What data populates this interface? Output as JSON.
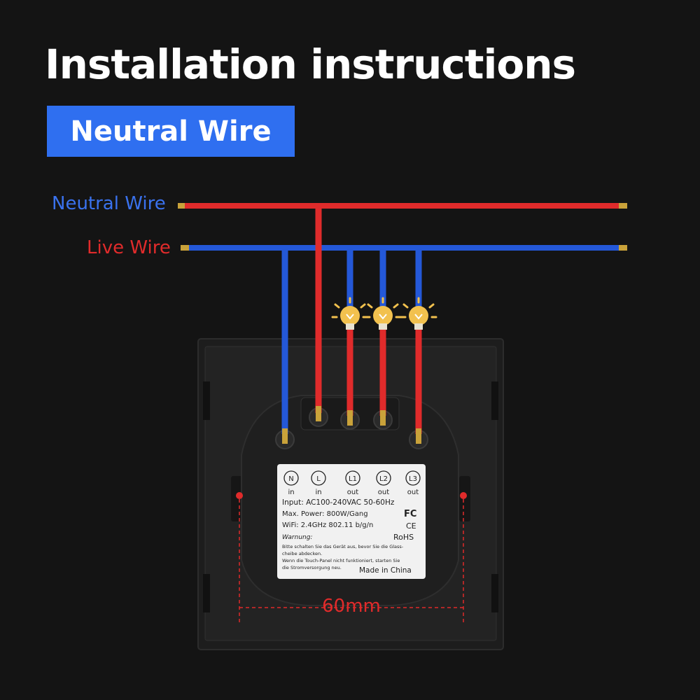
{
  "title": "Installation instructions",
  "badge": "Neutral Wire",
  "wires": {
    "neutral_label": "Neutral Wire",
    "live_label": "Live Wire"
  },
  "terminals": [
    {
      "symbol": "N",
      "dir": "in"
    },
    {
      "symbol": "L",
      "dir": "in"
    },
    {
      "symbol": "L1",
      "dir": "out"
    },
    {
      "symbol": "L2",
      "dir": "out"
    },
    {
      "symbol": "L3",
      "dir": "out"
    }
  ],
  "label_plate": {
    "input": "Input: AC100-240VAC 50-60Hz",
    "power": "Max. Power: 800W/Gang",
    "wifi": "WiFi: 2.4GHz 802.11 b/g/n",
    "fc": "FC",
    "ce": "CE",
    "rohs": "RoHS",
    "warning_title": "Warnung:",
    "warning_line1": "Bitte schalten Sie das Gerät aus, bevor Sie die Glass-",
    "warning_line2": "cheibe abdecken.",
    "warning_line3": "Wenn die Touch-Panel nicht funktioniert, starten Sie",
    "warning_line4": "die Stromversorgung neu.",
    "made_in": "Made in China"
  },
  "dimension": "60mm",
  "colors": {
    "neutral_wire": "#e02b2b",
    "live_wire": "#2458d8",
    "badge": "#2f6ff0",
    "bulb": "#f2c14e"
  }
}
